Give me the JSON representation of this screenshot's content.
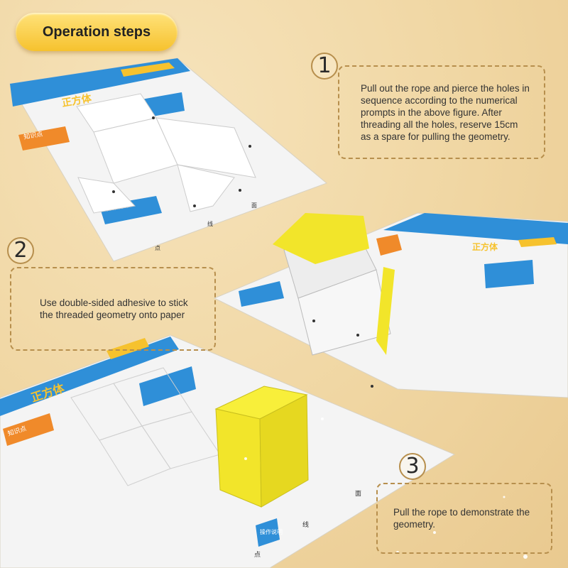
{
  "header": {
    "title": "Operation steps"
  },
  "steps": [
    {
      "number": "1",
      "text": "Pull out the rope and pierce the holes in sequence according to the numerical prompts in the above figure. After threading all the holes, reserve 15cm as a spare for pulling the geometry."
    },
    {
      "number": "2",
      "text": "Use double-sided adhesive to stick the threaded geometry onto paper"
    },
    {
      "number": "3",
      "text": "Pull the rope to demonstrate the geometry."
    }
  ],
  "poster": {
    "title": "正方体",
    "knowledge_label": "知识点",
    "instructions_label": "操作说明",
    "axis_labels": [
      "点",
      "线",
      "面"
    ]
  },
  "colors": {
    "accent_yellow": "#f6c22e",
    "cube_yellow": "#f2e52a",
    "dash_brown": "#b78f4d",
    "poster_blue": "#2f8fd8",
    "poster_orange": "#f08a2a"
  }
}
